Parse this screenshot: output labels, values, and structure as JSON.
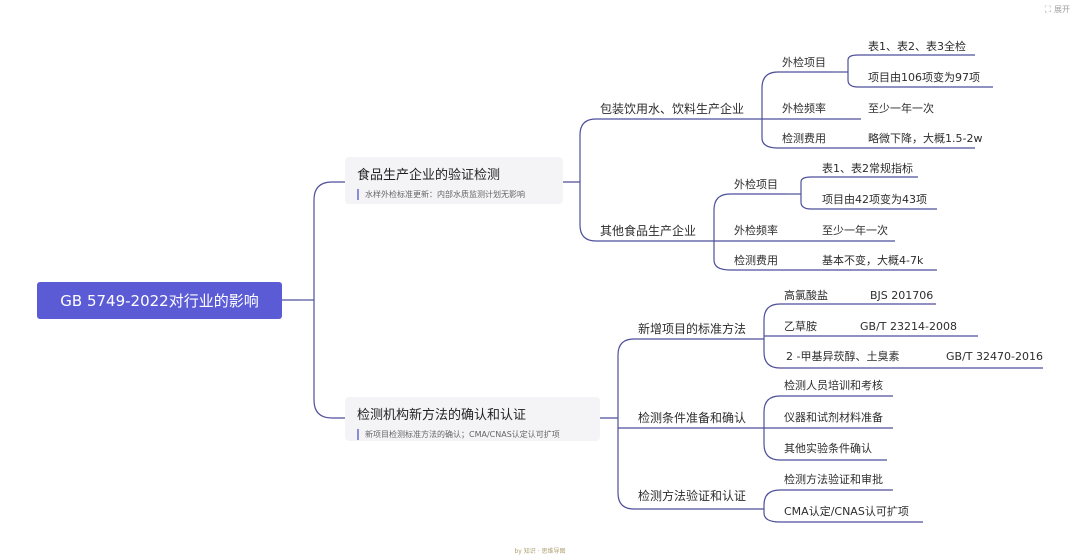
{
  "corner_widget": {
    "icon": "expand-icon",
    "label": "展开"
  },
  "root": "GB 5749-2022对行业的影响",
  "branches": [
    {
      "title": "食品生产企业的验证检测",
      "note": "水样外检标准更新：内部水质监测计划无影响",
      "children": [
        {
          "label": "包装饮用水、饮料生产企业",
          "children": [
            {
              "label": "外检项目",
              "children": [
                "表1、表2、表3全检",
                "项目由106项变为97项"
              ]
            },
            {
              "label": "外检频率",
              "value": "至少一年一次"
            },
            {
              "label": "检测费用",
              "value": "略微下降，大概1.5-2w"
            }
          ]
        },
        {
          "label": "其他食品生产企业",
          "children": [
            {
              "label": "外检项目",
              "children": [
                "表1、表2常规指标",
                "项目由42项变为43项"
              ]
            },
            {
              "label": "外检频率",
              "value": "至少一年一次"
            },
            {
              "label": "检测费用",
              "value": "基本不变，大概4-7k"
            }
          ]
        }
      ]
    },
    {
      "title": "检测机构新方法的确认和认证",
      "note": "新项目检测标准方法的确认；CMA/CNAS认定认可扩项",
      "children": [
        {
          "label": "新增项目的标准方法",
          "children": [
            {
              "label": "高氯酸盐",
              "value": "BJS 201706"
            },
            {
              "label": "乙草胺",
              "value": "GB/T 23214-2008"
            },
            {
              "label": "2 -甲基异莰醇、土臭素",
              "value": "GB/T 32470-2016"
            }
          ]
        },
        {
          "label": "检测条件准备和确认",
          "children": [
            "检测人员培训和考核",
            "仪器和试剂材料准备",
            "其他实验条件确认"
          ]
        },
        {
          "label": "检测方法验证和认证",
          "children": [
            "检测方法验证和审批",
            "CMA认定/CNAS认可扩项"
          ]
        }
      ]
    }
  ],
  "footer": "by 知识 · 思维导图"
}
